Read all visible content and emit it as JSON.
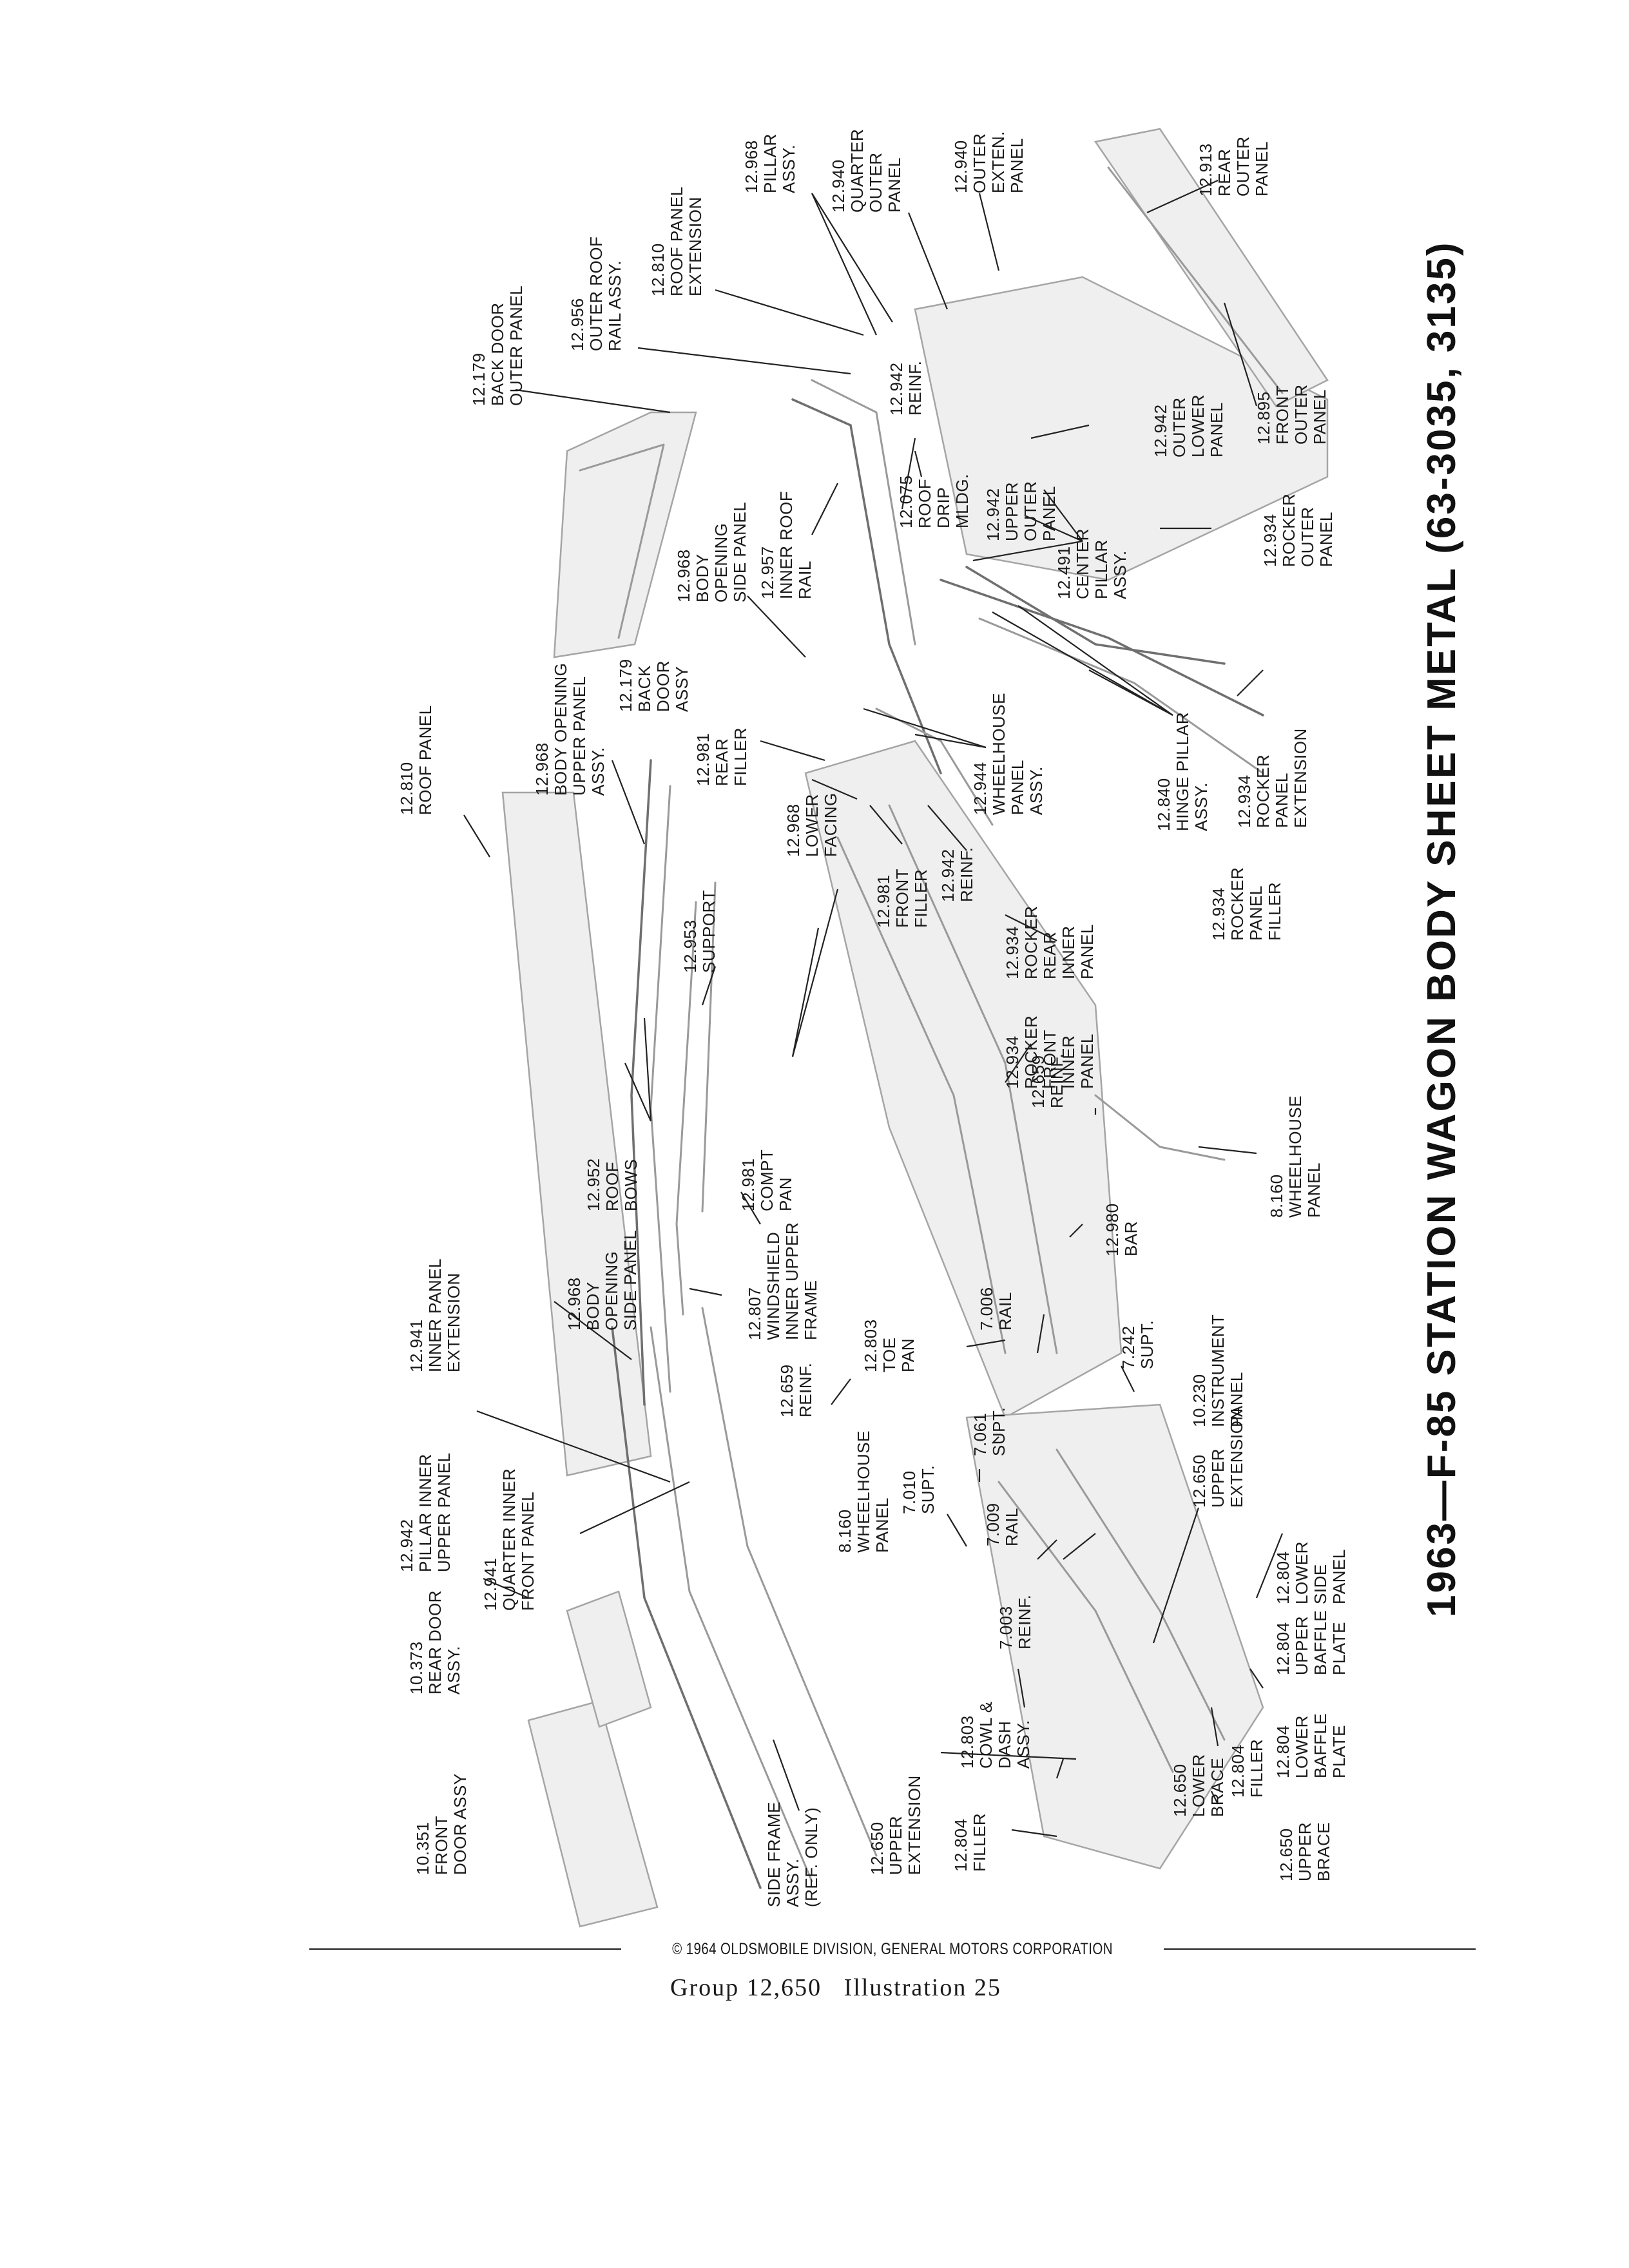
{
  "title": "1963—F-85 STATION WAGON BODY SHEET METAL (63-3035, 3135)",
  "footer": {
    "copyright": "© 1964 OLDSMOBILE DIVISION, GENERAL MOTORS CORPORATION",
    "group_label": "Group 12,650",
    "illustration_label": "Illustration 25"
  },
  "callouts": [
    {
      "id": "back-door-outer-panel",
      "lines": [
        "12.179",
        "BACK DOOR",
        "OUTER PANEL"
      ]
    },
    {
      "id": "outer-roof-rail-assy",
      "lines": [
        "12.956",
        "OUTER ROOF",
        "RAIL ASSY."
      ]
    },
    {
      "id": "roof-panel-extension",
      "lines": [
        "12.810",
        "ROOF PANEL",
        "EXTENSION"
      ]
    },
    {
      "id": "pillar-assy",
      "lines": [
        "12.968",
        "PILLAR",
        "ASSY."
      ]
    },
    {
      "id": "quarter-outer-panel",
      "lines": [
        "12.940",
        "QUARTER",
        "OUTER",
        "PANEL"
      ]
    },
    {
      "id": "outer-exten-panel",
      "lines": [
        "12.940",
        "OUTER",
        "EXTEN.",
        "PANEL"
      ]
    },
    {
      "id": "rear-outer-panel",
      "lines": [
        "12.913",
        "REAR",
        "OUTER",
        "PANEL"
      ]
    },
    {
      "id": "reinf-12942-top",
      "lines": [
        "12.942",
        "REINF."
      ]
    },
    {
      "id": "body-opening-side-panel-rear",
      "lines": [
        "12.968",
        "BODY",
        "OPENING",
        "SIDE PANEL"
      ]
    },
    {
      "id": "inner-roof-rail",
      "lines": [
        "12.957",
        "INNER ROOF",
        "RAIL"
      ]
    },
    {
      "id": "roof-drip-mldg",
      "lines": [
        "12.075",
        "ROOF",
        "DRIP",
        "MLDG."
      ]
    },
    {
      "id": "upper-outer-panel",
      "lines": [
        "12.942",
        "UPPER",
        "OUTER",
        "PANEL"
      ]
    },
    {
      "id": "outer-lower-panel",
      "lines": [
        "12.942",
        "OUTER",
        "LOWER",
        "PANEL"
      ]
    },
    {
      "id": "front-outer-panel",
      "lines": [
        "12.895",
        "FRONT",
        "OUTER",
        "PANEL"
      ]
    },
    {
      "id": "rocker-outer-panel",
      "lines": [
        "12.934",
        "ROCKER",
        "OUTER",
        "PANEL"
      ]
    },
    {
      "id": "center-pillar-assy",
      "lines": [
        "12.491",
        "CENTER",
        "PILLAR",
        "ASSY."
      ]
    },
    {
      "id": "roof-panel",
      "lines": [
        "12.810",
        "ROOF PANEL"
      ]
    },
    {
      "id": "body-opening-upper-panel",
      "lines": [
        "12.968",
        "BODY OPENING",
        "UPPER PANEL",
        "ASSY."
      ]
    },
    {
      "id": "back-door-assy",
      "lines": [
        "12.179",
        "BACK",
        "DOOR",
        "ASSY"
      ]
    },
    {
      "id": "rear-filler",
      "lines": [
        "12.981",
        "REAR",
        "FILLER"
      ]
    },
    {
      "id": "wheelhouse-panel-assy",
      "lines": [
        "12.944",
        "WHEELHOUSE",
        "PANEL",
        "ASSY."
      ]
    },
    {
      "id": "hinge-pillar-assy",
      "lines": [
        "12.840",
        "HINGE PILLAR",
        "ASSY."
      ]
    },
    {
      "id": "rocker-panel-extension",
      "lines": [
        "12.934",
        "ROCKER",
        "PANEL",
        "EXTENSION"
      ]
    },
    {
      "id": "rocker-panel-filler",
      "lines": [
        "12.934",
        "ROCKER",
        "PANEL",
        "FILLER"
      ]
    },
    {
      "id": "lower-facing",
      "lines": [
        "12.968",
        "LOWER",
        "FACING"
      ]
    },
    {
      "id": "front-filler",
      "lines": [
        "12.981",
        "FRONT",
        "FILLER"
      ]
    },
    {
      "id": "reinf-12942-mid",
      "lines": [
        "12.942",
        "REINF."
      ]
    },
    {
      "id": "rocker-rear-inner-panel",
      "lines": [
        "12.934",
        "ROCKER",
        "REAR",
        "INNER",
        "PANEL"
      ]
    },
    {
      "id": "support-12953",
      "lines": [
        "12.953",
        "SUPPORT"
      ]
    },
    {
      "id": "rocker-front-inner-panel",
      "lines": [
        "12.934",
        "ROCKER",
        "FRONT",
        "INNER",
        "PANEL"
      ]
    },
    {
      "id": "reinf-12659-top",
      "lines": [
        "12.659",
        "REINF."
      ]
    },
    {
      "id": "roof-bows",
      "lines": [
        "12.952",
        "ROOF",
        "BOWS"
      ]
    },
    {
      "id": "compt-pan",
      "lines": [
        "12.981",
        "COMPT",
        "PAN"
      ]
    },
    {
      "id": "wheelhouse-panel-right",
      "lines": [
        "8.160",
        "WHEELHOUSE",
        "PANEL"
      ]
    },
    {
      "id": "inner-panel-extension",
      "lines": [
        "12.941",
        "INNER PANEL",
        "EXTENSION"
      ]
    },
    {
      "id": "body-opening-side-panel-front",
      "lines": [
        "12.968",
        "BODY",
        "OPENING",
        "SIDE PANEL"
      ]
    },
    {
      "id": "windshield-inner-upper-frame",
      "lines": [
        "12.807",
        "WINDSHIELD",
        "INNER UPPER",
        "FRAME"
      ]
    },
    {
      "id": "bar-12980",
      "lines": [
        "12.980",
        "BAR"
      ]
    },
    {
      "id": "toe-pan",
      "lines": [
        "12.803",
        "TOE",
        "PAN"
      ]
    },
    {
      "id": "rail-7006",
      "lines": [
        "7.006",
        "RAIL"
      ]
    },
    {
      "id": "supt-7242",
      "lines": [
        "7.242",
        "SUPT."
      ]
    },
    {
      "id": "instrument-panel",
      "lines": [
        "10.230",
        "INSTRUMENT",
        "PANEL"
      ]
    },
    {
      "id": "pillar-inner-upper-panel",
      "lines": [
        "12.942",
        "PILLAR INNER",
        "UPPER PANEL"
      ]
    },
    {
      "id": "reinf-12659-left",
      "lines": [
        "12.659",
        "REINF."
      ]
    },
    {
      "id": "supt-7061",
      "lines": [
        "7.061",
        "SUPT."
      ]
    },
    {
      "id": "upper-extension-right",
      "lines": [
        "12.650",
        "UPPER",
        "EXTENSION"
      ]
    },
    {
      "id": "lower-side-panel",
      "lines": [
        "12.804",
        "LOWER",
        "SIDE",
        "PANEL"
      ]
    },
    {
      "id": "quarter-inner-front-panel",
      "lines": [
        "12.941",
        "QUARTER INNER",
        "FRONT PANEL"
      ]
    },
    {
      "id": "wheelhouse-panel-left",
      "lines": [
        "8.160",
        "WHEELHOUSE",
        "PANEL"
      ]
    },
    {
      "id": "supt-7010",
      "lines": [
        "7.010",
        "SUPT."
      ]
    },
    {
      "id": "rail-7009",
      "lines": [
        "7.009",
        "RAIL"
      ]
    },
    {
      "id": "upper-baffle-plate",
      "lines": [
        "12.804",
        "UPPER",
        "BAFFLE",
        "PLATE"
      ]
    },
    {
      "id": "rear-door-assy",
      "lines": [
        "10.373",
        "REAR DOOR",
        "ASSY."
      ]
    },
    {
      "id": "reinf-7003",
      "lines": [
        "7.003",
        "REINF."
      ]
    },
    {
      "id": "lower-baffle-plate",
      "lines": [
        "12.804",
        "LOWER",
        "BAFFLE",
        "PLATE"
      ]
    },
    {
      "id": "cowl-dash-assy",
      "lines": [
        "12.803",
        "COWL &",
        "DASH",
        "ASSY."
      ]
    },
    {
      "id": "filler-12804-right",
      "lines": [
        "12.804",
        "FILLER"
      ]
    },
    {
      "id": "lower-brace",
      "lines": [
        "12.650",
        "LOWER",
        "BRACE"
      ]
    },
    {
      "id": "front-door-assy",
      "lines": [
        "10.351",
        "FRONT",
        "DOOR ASSY"
      ]
    },
    {
      "id": "side-frame-assy",
      "lines": [
        "SIDE FRAME",
        "ASSY.",
        "(REF. ONLY)"
      ]
    },
    {
      "id": "upper-extension-left",
      "lines": [
        "12.650",
        "UPPER",
        "EXTENSION"
      ]
    },
    {
      "id": "filler-12804-left",
      "lines": [
        "12.804",
        "FILLER"
      ]
    },
    {
      "id": "upper-brace",
      "lines": [
        "12.650",
        "UPPER",
        "BRACE"
      ]
    }
  ]
}
